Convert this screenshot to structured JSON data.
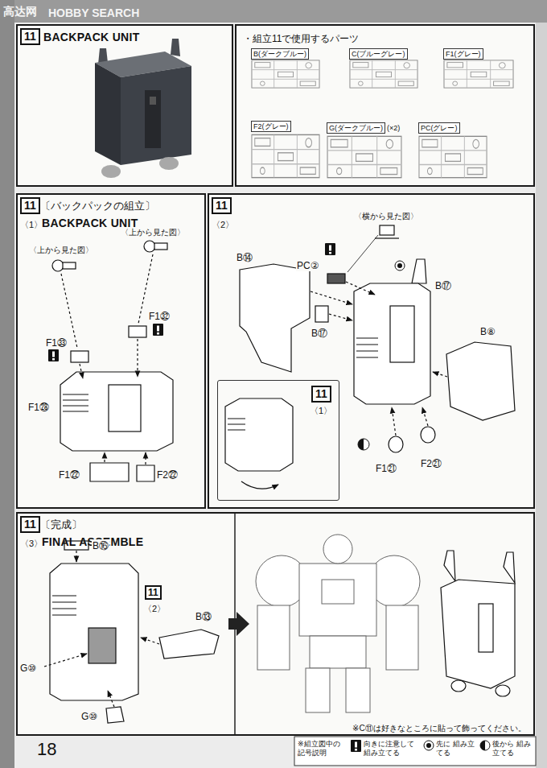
{
  "diagram": {
    "nodes": [
      {
        "text": [
          "11",
          "BACKPACK UNIT"
        ]
      },
      {
        "text": [
          "・組立11で使用するパーツ"
        ]
      },
      {
        "text": [
          "B(ダークブルー)"
        ],
        "in": 1
      },
      {
        "text": [
          "C(ブルーグレー)"
        ],
        "in": 1
      },
      {
        "text": [
          "F1(グレー)"
        ],
        "in": 1
      },
      {
        "text": [
          "F2(グレー)"
        ],
        "in": 1
      },
      {
        "text": [
          "G(ダークブルー)",
          "(×2)"
        ],
        "in": 1
      },
      {
        "text": [
          "PC(グレー)"
        ],
        "in": 1
      },
      {
        "text": [
          "11",
          "〔バックパックの組立〕",
          "〈1〉",
          "BACKPACK UNIT"
        ]
      },
      {
        "text": [
          "11",
          "〈2〉"
        ]
      },
      {
        "text": [
          "11",
          "〈1〉"
        ],
        "in": 9
      },
      {
        "text": [
          "11",
          "〔完成〕",
          "〈3〉",
          "FINAL ASSEMBLE"
        ]
      }
    ],
    "labels": [
      "高达网",
      "HOBBY SEARCH",
      "〈上から見た図〉",
      "〈上から見た図〉",
      "F1㉝",
      "F1㉜",
      "F1㉘",
      "F1㉒",
      "F2㉒",
      "B⑭",
      "〈横から見た図〉",
      "PC②",
      "B⑰",
      "B⑰",
      "B⑧",
      "F1㉑",
      "F2㉑",
      "B⑯",
      "11",
      "〈2〉",
      "B⑬",
      "G⑩",
      "G⑩",
      "※C⑪は好きなところに貼って飾ってください。",
      "18",
      "※組立図中の 記号説明"
    ],
    "legend": [
      {
        "text": "向きに注意して 組み立てる"
      },
      {
        "text": "先に 組み立てる"
      },
      {
        "text": "後から 組み立てる"
      }
    ]
  }
}
